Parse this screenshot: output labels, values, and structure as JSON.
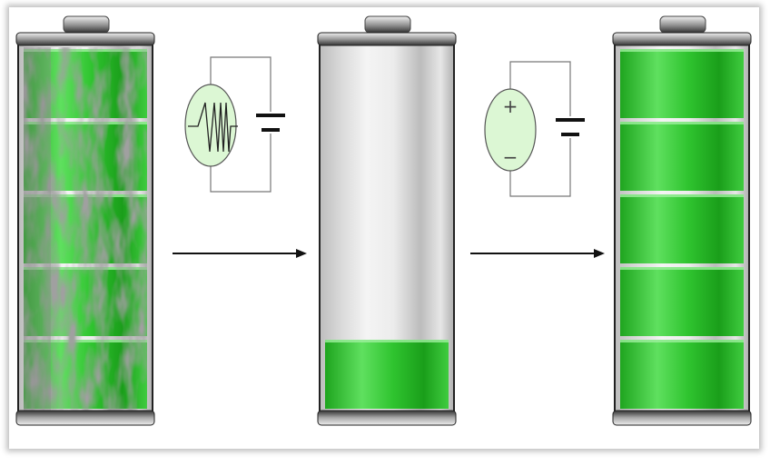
{
  "diagram": {
    "batteries": [
      {
        "id": "degraded",
        "charge_fraction": 1.0,
        "segments": 5,
        "degraded": true
      },
      {
        "id": "discharged",
        "charge_fraction": 0.2,
        "segments": 1,
        "degraded": false
      },
      {
        "id": "restored",
        "charge_fraction": 1.0,
        "segments": 5,
        "degraded": false
      }
    ],
    "circuits": [
      {
        "id": "pulse-source",
        "source": "pulse-waveform"
      },
      {
        "id": "dc-source",
        "source": "dc",
        "plus_label": "+",
        "minus_label": "−"
      }
    ],
    "colors": {
      "green": "#2fc42f",
      "green_light": "#7fe87f",
      "source_fill": "#dcf7d4",
      "frame": "#222222"
    }
  }
}
